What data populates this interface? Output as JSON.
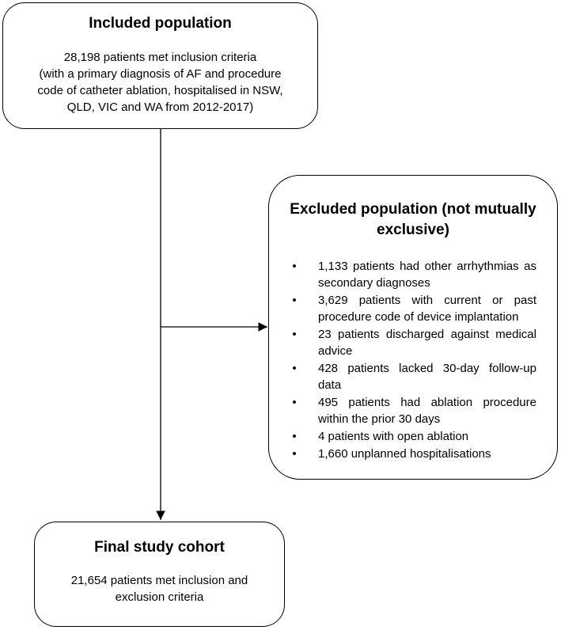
{
  "included": {
    "title": "Included population",
    "lines": [
      "28,198 patients met inclusion criteria",
      "(with a primary diagnosis of AF and procedure",
      "code of catheter ablation, hospitalised in NSW,",
      "QLD, VIC and WA from 2012-2017)"
    ]
  },
  "excluded": {
    "title_lines": [
      "Excluded population (not mutually",
      "exclusive)"
    ],
    "bullet_symbol": "•",
    "items": [
      "1,133 patients had other arrhythmias as secondary diagnoses",
      "3,629 patients with current or past procedure code of device implantation",
      "23 patients discharged against medical advice",
      "428 patients lacked 30-day follow-up data",
      "495 patients had ablation procedure within the prior 30 days",
      "4 patients with open ablation",
      "1,660 unplanned hospitalisations"
    ]
  },
  "final": {
    "title": "Final study cohort",
    "lines": [
      "21,654 patients met inclusion and",
      "exclusion criteria"
    ]
  },
  "colors": {
    "stroke": "#000000",
    "background": "#ffffff"
  }
}
